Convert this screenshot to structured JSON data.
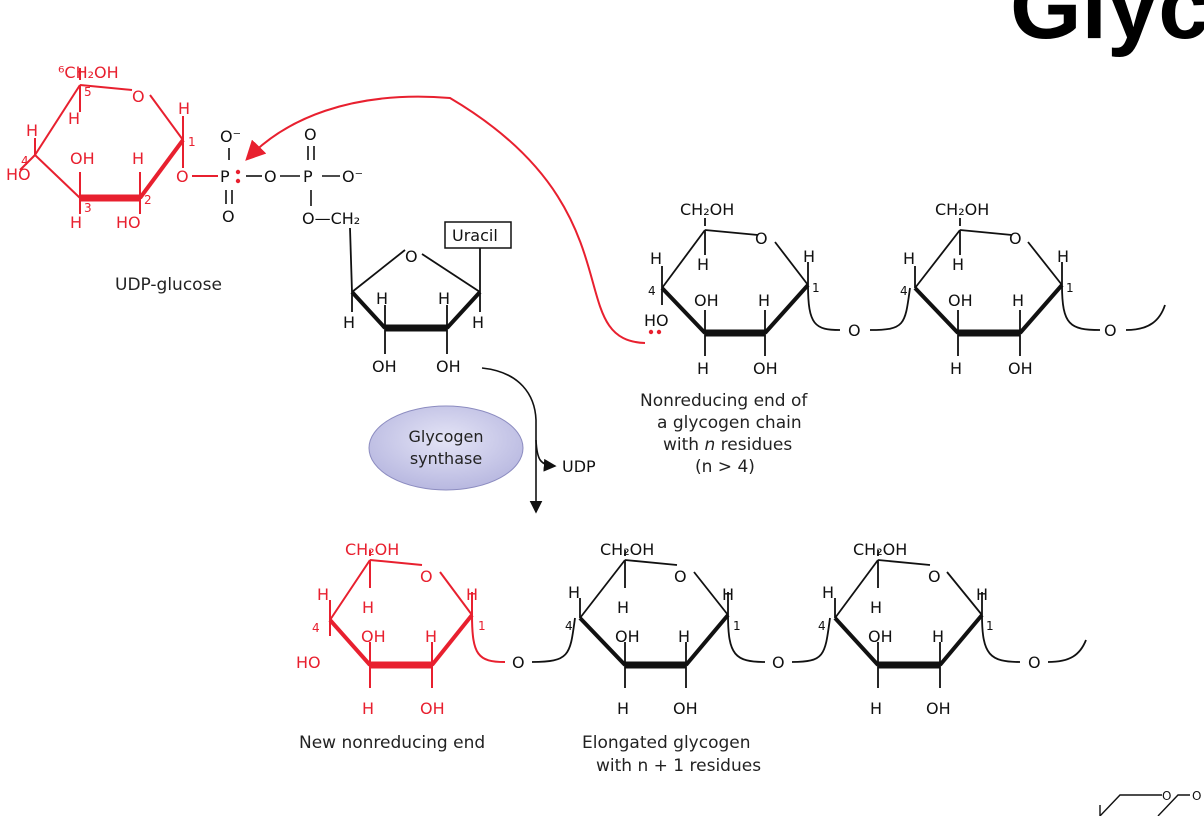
{
  "title": "Glyc",
  "enzyme": {
    "line1": "Glycogen",
    "line2": "synthase"
  },
  "labels": {
    "udp_glucose": "UDP-glucose",
    "uracil": "Uracil",
    "udp": "UDP",
    "nonreducing_1": "Nonreducing end of",
    "nonreducing_2": "a glycogen chain",
    "nonreducing_3_pre": "with ",
    "nonreducing_3_var": "n",
    "nonreducing_3_post": " residues",
    "nonreducing_4": "(n > 4)",
    "new_end": "New nonreducing end",
    "elongated_1": "Elongated glycogen",
    "elongated_2": "with n + 1 residues"
  },
  "atoms": {
    "ch2oh": "CH₂OH",
    "ch2oh_6": "⁶CH₂OH",
    "o": "O",
    "o_minus": "O⁻",
    "p": "P",
    "h": "H",
    "oh": "OH",
    "ho": "HO",
    "och2": "O—CH₂"
  },
  "colors": {
    "highlight": "#e8202f",
    "enzyme_fill": "#c9c9ea",
    "ink": "#111111"
  }
}
